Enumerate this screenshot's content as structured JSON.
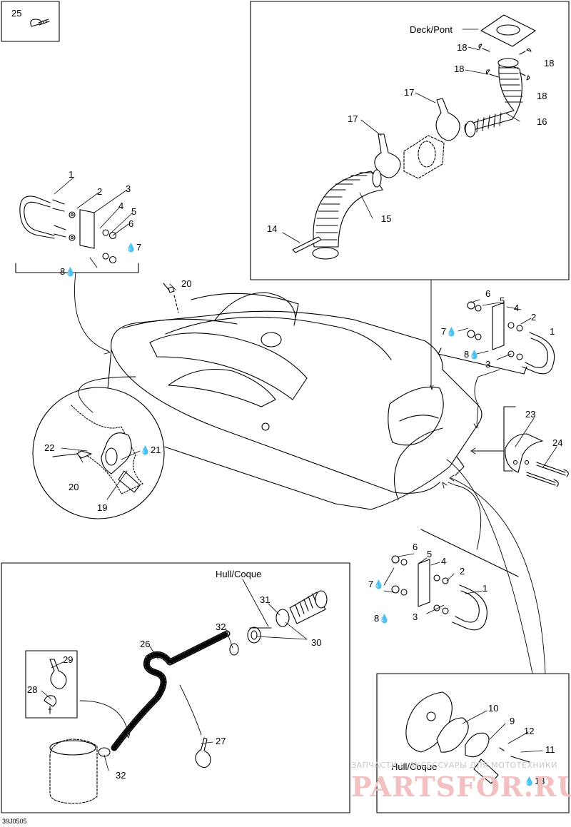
{
  "diagram": {
    "code": "39J0505",
    "annotations": {
      "deck": "Deck/Pont",
      "hull_top": "Hull/Coque",
      "hull_bottom": "Hull/Coque"
    },
    "callouts": {
      "c1a": "1",
      "c2a": "2",
      "c3a": "3",
      "c4a": "4",
      "c5a": "5",
      "c6a": "6",
      "c7a": "7",
      "c8a": "8",
      "c1b": "1",
      "c2b": "2",
      "c3b": "3",
      "c4b": "4",
      "c5b": "5",
      "c6b": "6",
      "c7b": "7",
      "c8b": "8",
      "c1c": "1",
      "c2c": "2",
      "c3c": "3",
      "c4c": "4",
      "c5c": "5",
      "c6c": "6",
      "c7c": "7",
      "c8c": "8",
      "c9": "9",
      "c10": "10",
      "c11": "11",
      "c12": "12",
      "c13": "13",
      "c14": "14",
      "c15": "15",
      "c16": "16",
      "c17a": "17",
      "c17b": "17",
      "c18a": "18",
      "c18b": "18",
      "c18c": "18",
      "c18d": "18",
      "c19": "19",
      "c20a": "20",
      "c20b": "20",
      "c21": "21",
      "c22": "22",
      "c23": "23",
      "c24": "24",
      "c25": "25",
      "c26": "26",
      "c27": "27",
      "c28": "28",
      "c29": "29",
      "c30": "30",
      "c31": "31",
      "c32a": "32",
      "c32b": "32"
    },
    "watermark": {
      "line1": "ЗАПЧАСТИ И АКСЕССУАРЫ ДЛЯ МОТОТЕХНИКИ",
      "line2": "PARTSFOR.RU"
    }
  }
}
